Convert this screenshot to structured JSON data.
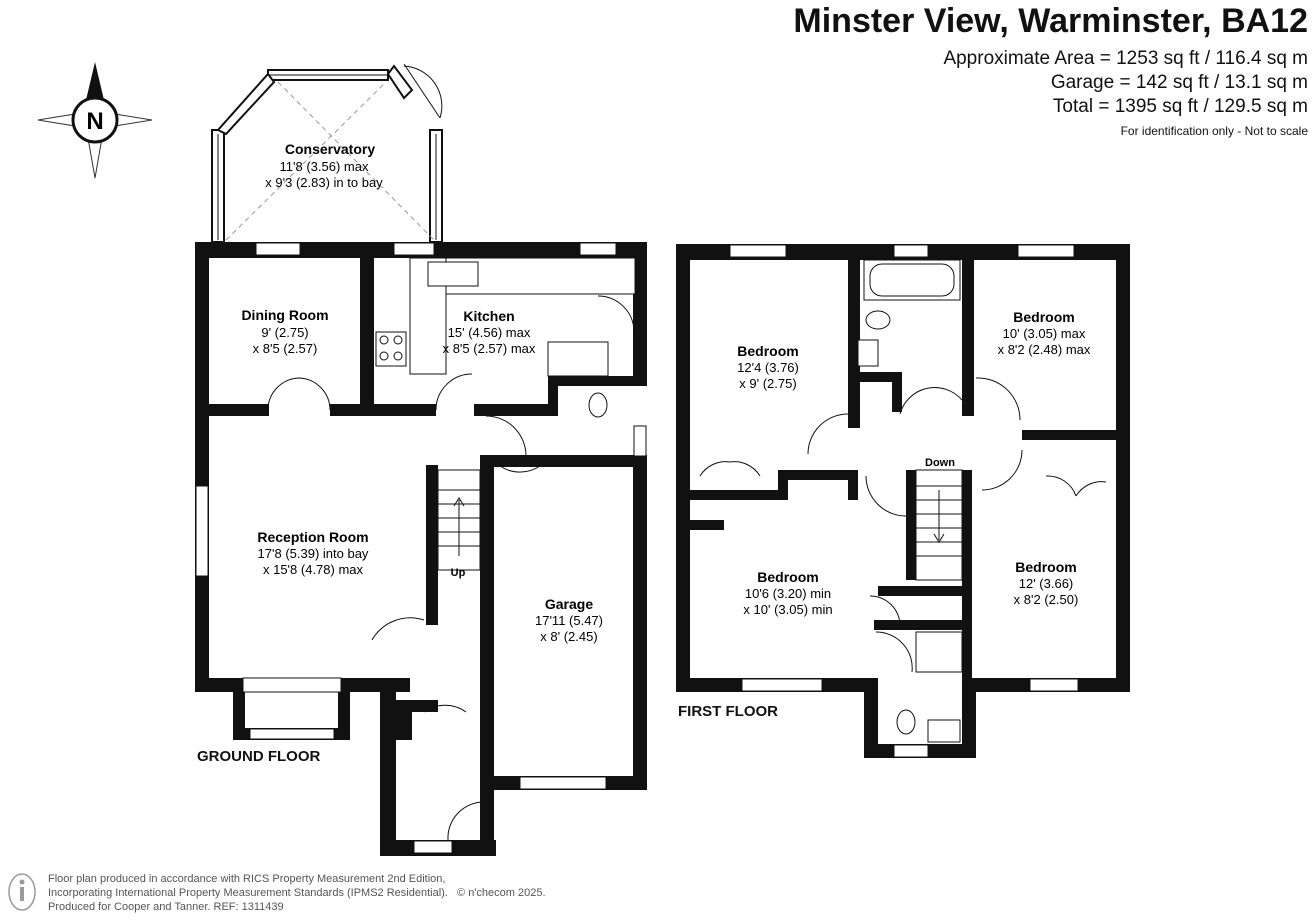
{
  "header": {
    "title": "Minster View, Warminster, BA12",
    "area_approx": "Approximate Area = 1253 sq ft / 116.4 sq m",
    "area_garage": "Garage = 142 sq ft / 13.1 sq m",
    "area_total": "Total = 1395 sq ft / 129.5 sq m",
    "note": "For identification only - Not to scale"
  },
  "compass": {
    "letter": "N",
    "icon": "compass-rose-icon"
  },
  "floors": {
    "ground": "GROUND FLOOR",
    "first": "FIRST FLOOR"
  },
  "rooms": {
    "conservatory": {
      "name": "Conservatory",
      "dim1": "11'8 (3.56) max",
      "dim2": "x 9'3 (2.83) in to bay"
    },
    "dining": {
      "name": "Dining Room",
      "dim1": "9' (2.75)",
      "dim2": "x 8'5 (2.57)"
    },
    "kitchen": {
      "name": "Kitchen",
      "dim1": "15' (4.56) max",
      "dim2": "x 8'5 (2.57) max"
    },
    "reception": {
      "name": "Reception Room",
      "dim1": "17'8 (5.39) into bay",
      "dim2": "x 15'8 (4.78) max"
    },
    "garage": {
      "name": "Garage",
      "dim1": "17'11 (5.47)",
      "dim2": "x 8' (2.45)"
    },
    "bed1": {
      "name": "Bedroom",
      "dim1": "12'4 (3.76)",
      "dim2": "x 9' (2.75)"
    },
    "bed2": {
      "name": "Bedroom",
      "dim1": "10' (3.05) max",
      "dim2": "x 8'2 (2.48) max"
    },
    "bed3": {
      "name": "Bedroom",
      "dim1": "10'6 (3.20) min",
      "dim2": "x 10' (3.05) min"
    },
    "bed4": {
      "name": "Bedroom",
      "dim1": "12' (3.66)",
      "dim2": "x 8'2 (2.50)"
    }
  },
  "stairs": {
    "up": "Up",
    "down": "Down"
  },
  "footer": {
    "line1": "Floor plan produced in accordance with RICS Property Measurement 2nd Edition,",
    "line2": "Incorporating International Property Measurement Standards (IPMS2 Residential).",
    "copyright": "© n'checom 2025.",
    "line3": "Produced for Cooper and Tanner.   REF:  1311439"
  },
  "colors": {
    "wall": "#000000",
    "background": "#ffffff",
    "footer_text": "#555555"
  }
}
